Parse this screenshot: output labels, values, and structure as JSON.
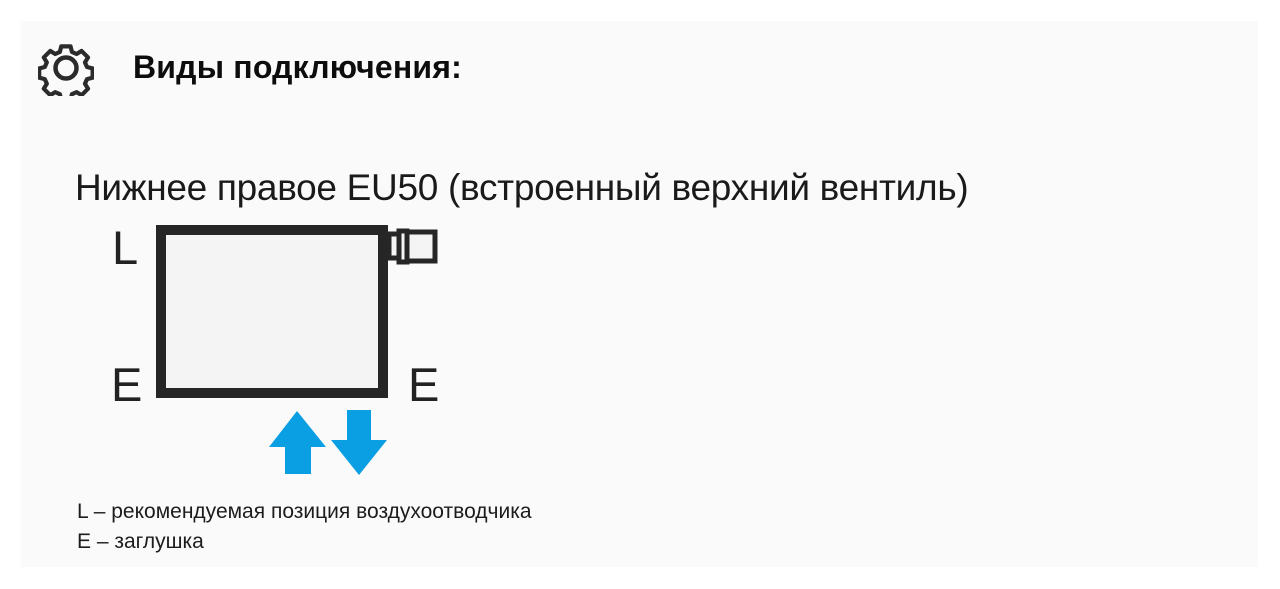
{
  "header": {
    "icon": "gear-icon",
    "title": "Виды подключения:"
  },
  "connection": {
    "title": "Нижнее правое EU50 (встроенный верхний вентиль)",
    "diagram": {
      "labels": {
        "top_left": "L",
        "bottom_left": "E",
        "bottom_right": "E"
      },
      "valve": "built-in-top-valve",
      "arrows": [
        "up",
        "down"
      ],
      "colors": {
        "frame": "#262626",
        "fill": "#f4f4f4",
        "arrow": "#0a9fe2"
      }
    }
  },
  "legend": {
    "items": [
      {
        "key": "L",
        "text": "L – рекомендуемая позиция воздухоотводчика"
      },
      {
        "key": "E",
        "text": "E – заглушка"
      }
    ]
  }
}
